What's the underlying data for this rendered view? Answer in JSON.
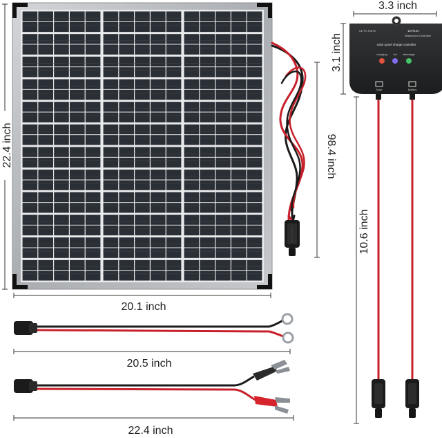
{
  "dimensions": {
    "panel_height": "22.4 inch",
    "panel_width": "20.1 inch",
    "panel_cable_length": "98.4 inch",
    "ring_cable_length": "20.5 inch",
    "clip_cable_length": "22.4 inch",
    "controller_width": "3.3 inch",
    "controller_height": "3.1 inch",
    "controller_cable_length": "10.6 inch"
  },
  "controller": {
    "rating": "12V/10A",
    "waterproof": "Waterproof Controller",
    "name": "solar panel charge controller",
    "led_labels": [
      "charging",
      "full",
      "discharge"
    ],
    "port_labels": [
      "Solar",
      "Battery"
    ],
    "led_colors": [
      "#e0523c",
      "#7e6ff0",
      "#46c46a"
    ]
  },
  "colors": {
    "cell": "#2a2f36",
    "frame": "#a9acb0",
    "cable_red": "#c8202a",
    "cable_black": "#1a1a1a",
    "controller_body": "#232425"
  }
}
